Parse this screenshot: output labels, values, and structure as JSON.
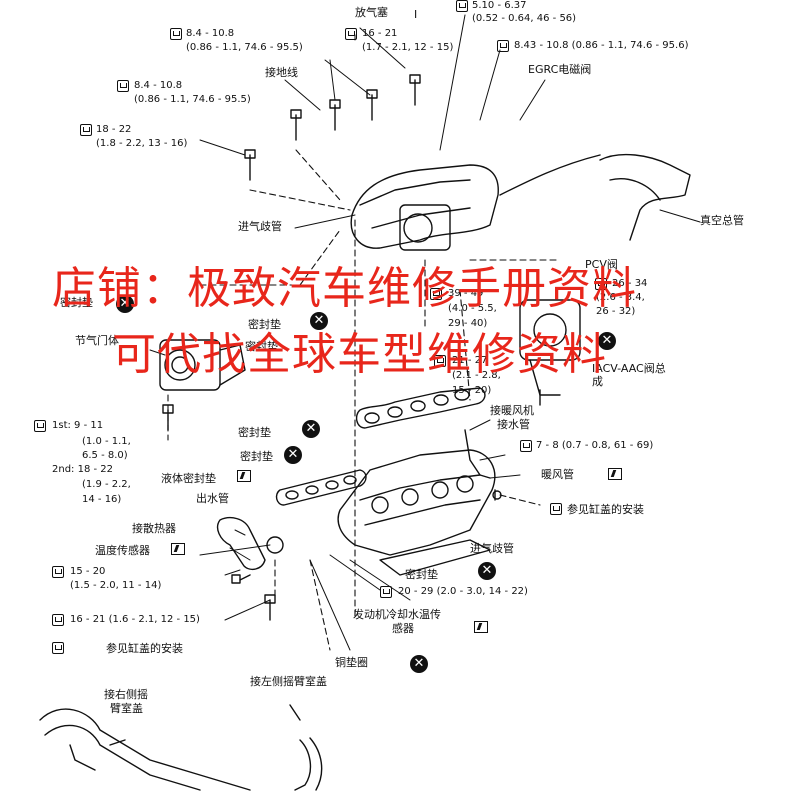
{
  "labels": {
    "fangqisai": "放气塞",
    "jiedixian": "接地线",
    "egrc": "EGRC电磁阀",
    "jinqiqiguan_top": "进气歧管",
    "zhenkong": "真空总管",
    "pcv": "PCV阀",
    "mifengdian_left": "密封垫",
    "mifengdian_mid": "密封垫",
    "jieqimen": "节气门体",
    "mifengdian_mid2": "密封垫",
    "iacv": "IACV-AAC阀总成",
    "jienuanfengji": "接暖风机",
    "jieshuiguan": "接水管",
    "mifengdian_a": "密封垫",
    "mifengdian_b": "密封垫",
    "yetimifeng": "液体密封垫",
    "nuanfengguan": "暖风管",
    "chushuiguan": "出水管",
    "jiesanreqi": "接散热器",
    "wendu": "温度传感器",
    "jinqiqiguan_bottom": "进气歧管",
    "mifengdian_bottom": "密封垫",
    "cankao_right": "参见缸盖的安装",
    "cankao_left": "参见缸盖的安装",
    "fadongji": "发动机冷却水温传",
    "fadongji2": "感器",
    "tongdianquan": "铜垫圈",
    "jiezuoce": "接左侧摇臂室盖",
    "jieyouce1": "接右侧摇",
    "jieyouce2": "臂室盖"
  },
  "torques": {
    "t1": "8.4 - 10.8",
    "t1b": "(0.86 - 1.1, 74.6 - 95.5)",
    "t2": "16 - 21",
    "t2b": "(1.7 - 2.1, 12 - 15)",
    "t3": "5.10 - 6.37",
    "t3b": "(0.52 - 0.64, 46 - 56)",
    "t4": "8.43 - 10.8 (0.86 - 1.1, 74.6 - 95.6)",
    "t5": "8.4 - 10.8",
    "t5b": "(0.86 - 1.1, 74.6 - 95.5)",
    "t6": "18 - 22",
    "t6b": "(1.8 - 2.2, 13 - 16)",
    "t7": "39 - 49",
    "t7b": "(4.0 - 5.5,",
    "t7c": "29 - 40)",
    "t8": "21 - 27",
    "t8b": "(2.1 - 2.8,",
    "t8c": "15 - 20)",
    "t9": "26 - 34",
    "t9b": "(2.6 - 3.4,",
    "t9c": "26 - 32)",
    "t10": "1st: 9 - 11",
    "t10b": "(1.0 - 1.1,",
    "t10c": "6.5 - 8.0)",
    "t10d": "2nd: 18 - 22",
    "t10e": "(1.9 - 2.2,",
    "t10f": "14 - 16)",
    "t11": "7 - 8 (0.7 - 0.8, 61 - 69)",
    "t12": "15 - 20",
    "t12b": "(1.5 - 2.0, 11 - 14)",
    "t13": "16 - 21 (1.6 - 2.1, 12 - 15)",
    "t14": "20 - 29 (2.0 - 3.0, 14 - 22)",
    "misc_i": "I"
  },
  "watermark": {
    "line1": "店铺：极致汽车维修手册资料",
    "line2": "可代找全球车型维修资料",
    "color": "#e8261b"
  }
}
